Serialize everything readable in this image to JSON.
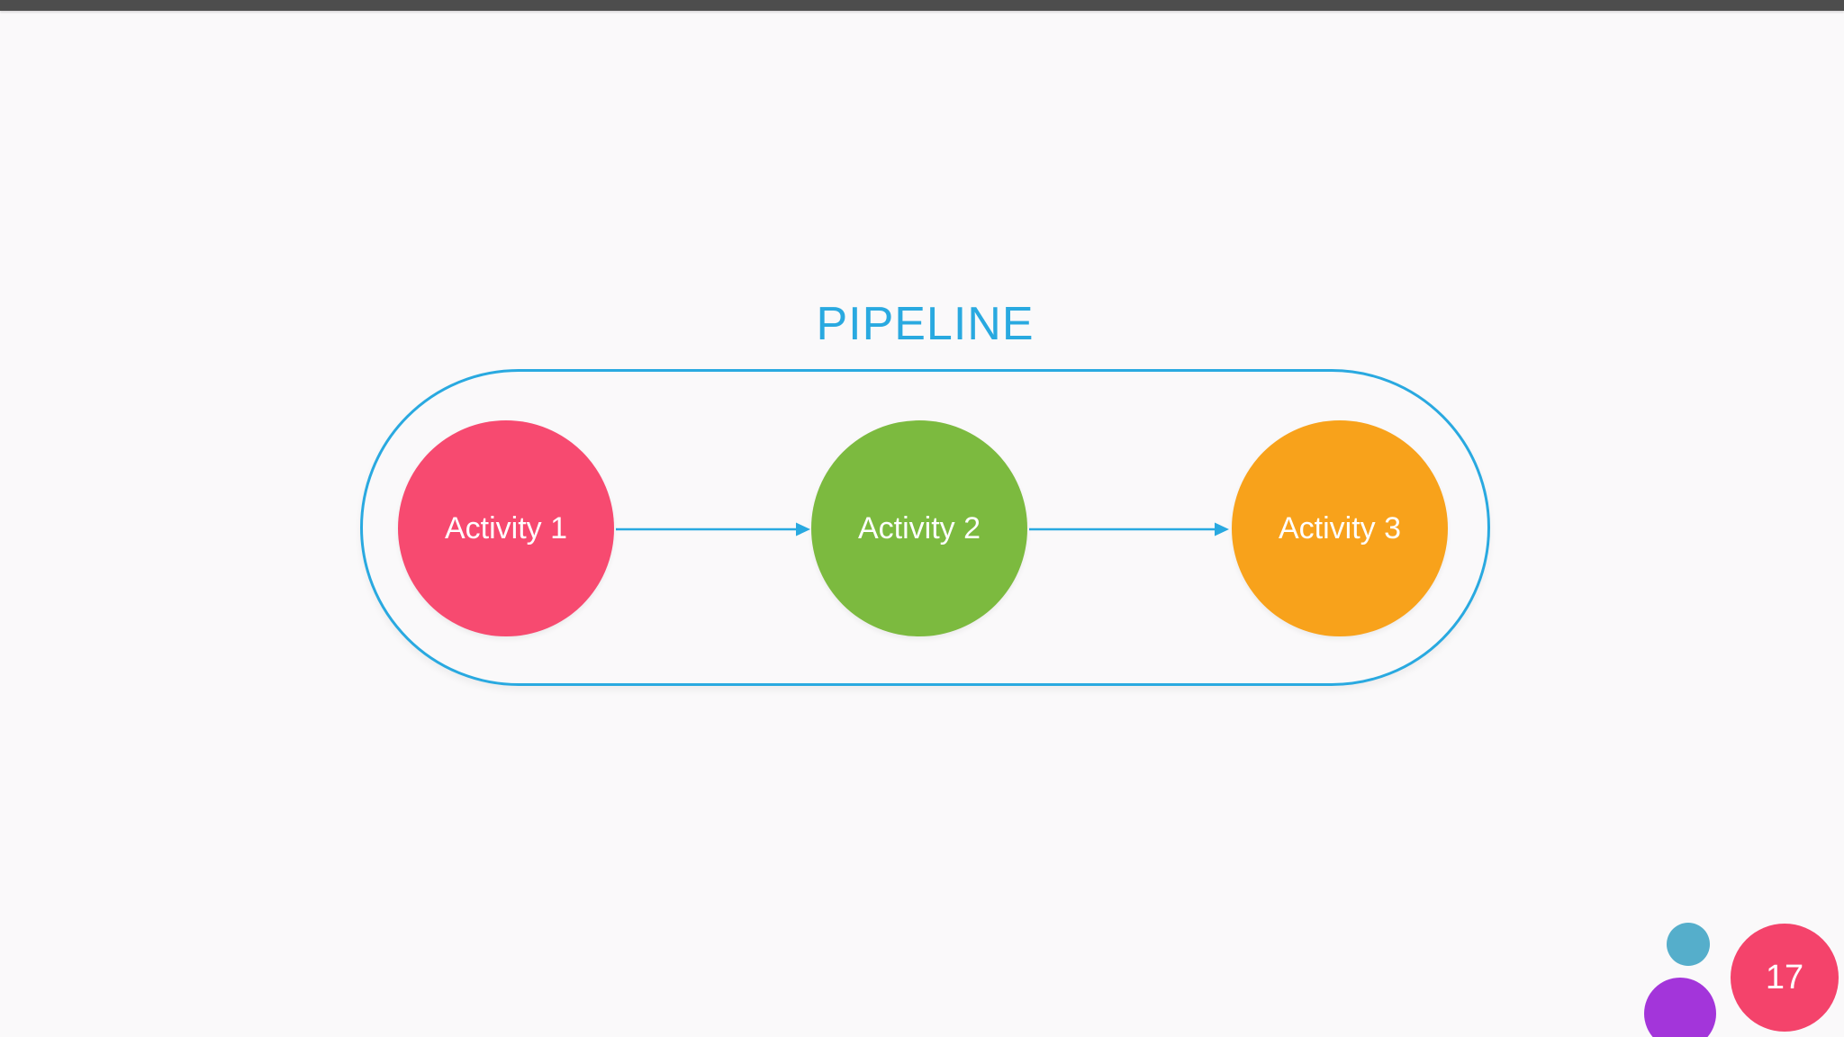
{
  "slide": {
    "title": "PIPELINE",
    "page_number": "17",
    "nodes": [
      {
        "label": "Activity 1",
        "color": "#F74A70"
      },
      {
        "label": "Activity 2",
        "color": "#7CBA3F"
      },
      {
        "label": "Activity 3",
        "color": "#F8A21B"
      }
    ],
    "colors": {
      "accent": "#29A9E0",
      "background": "#FAF9FA",
      "top_bar": "#4D4D4D",
      "deco_teal": "#55AECB",
      "deco_purple": "#A335DA",
      "page_badge": "#F4436B",
      "node_text": "#FFFFFF"
    }
  }
}
